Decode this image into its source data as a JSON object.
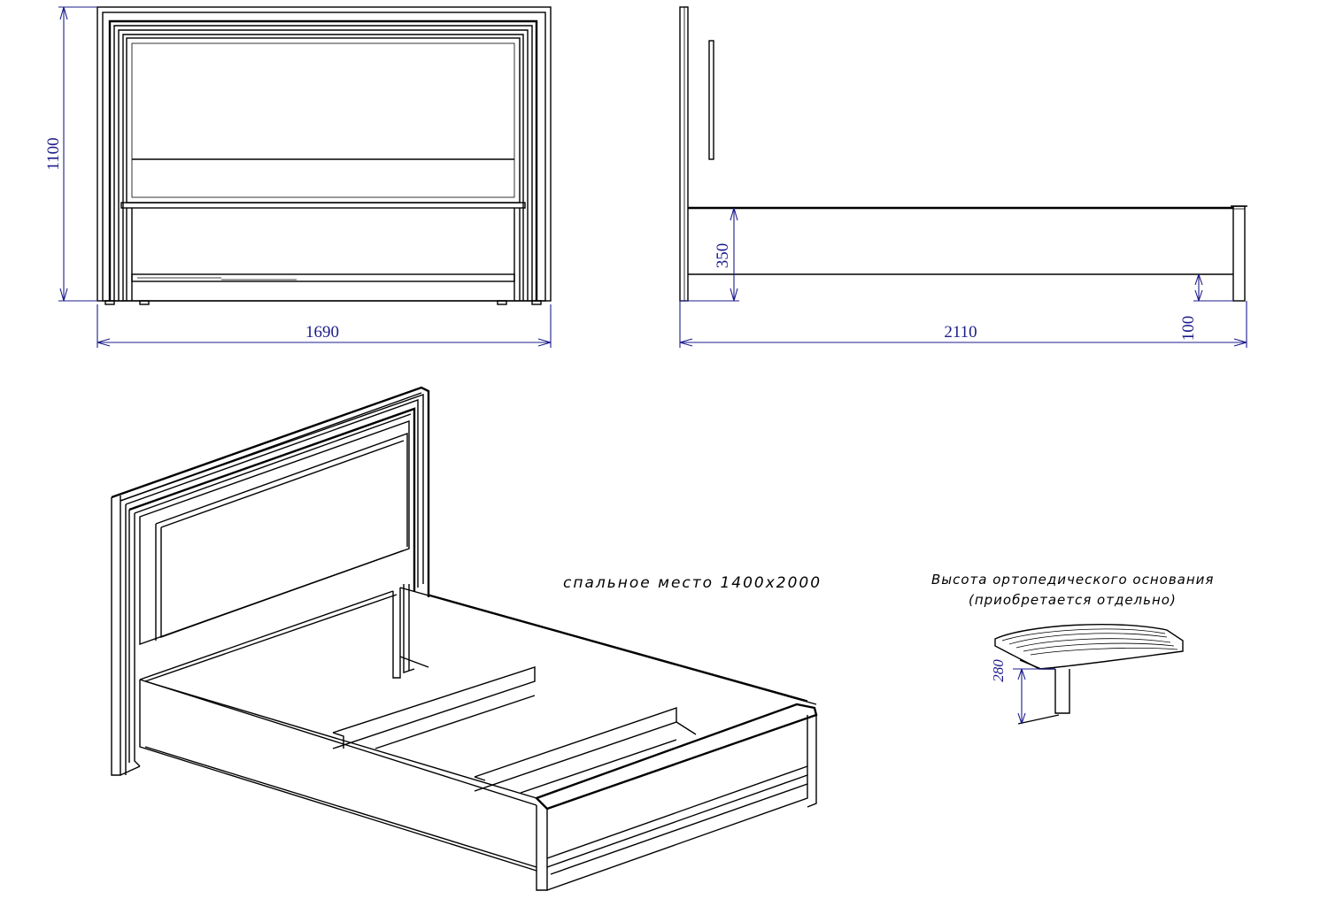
{
  "dimensions": {
    "front_height": "1100",
    "front_width": "1690",
    "side_length": "2110",
    "side_frame_height": "350",
    "side_clearance": "100",
    "slat_height": "280"
  },
  "notes": {
    "sleeping_area": "спальное место 1400х2000",
    "base_height_line1": "Высота ортопедического основания",
    "base_height_line2": "(приобретается отдельно)"
  },
  "colors": {
    "line": "#000000",
    "dimension": "#1c1c8c",
    "background": "#ffffff"
  }
}
